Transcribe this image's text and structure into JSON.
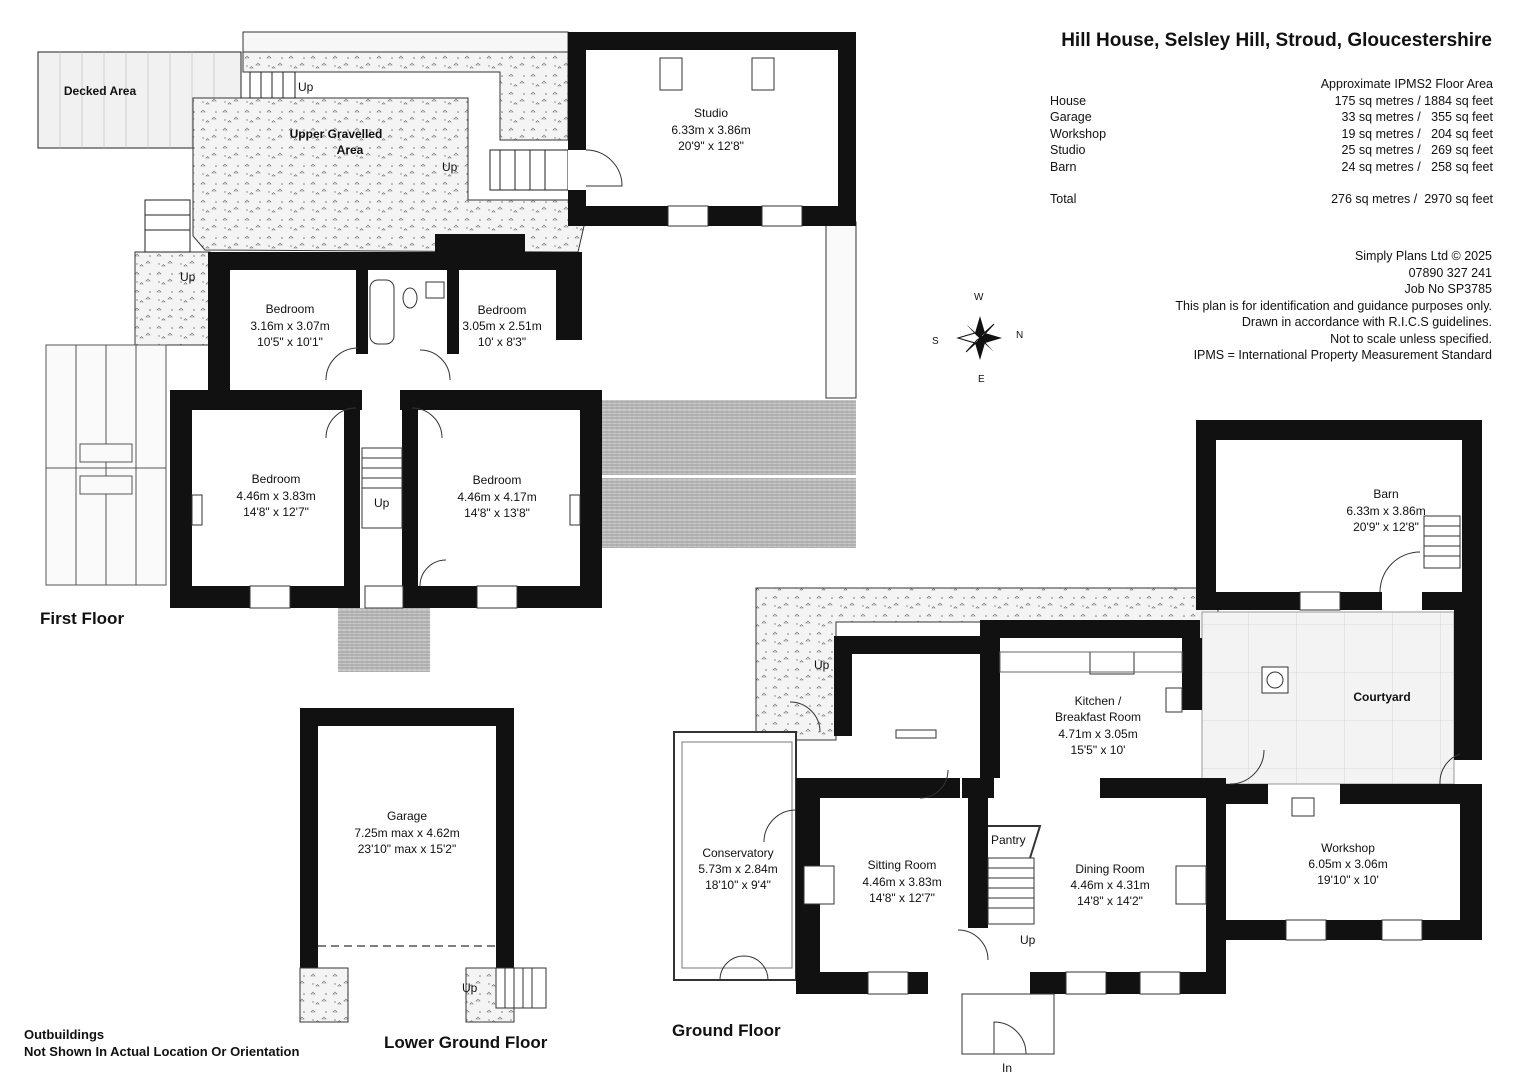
{
  "title": "Hill House, Selsley Hill, Stroud, Gloucestershire",
  "area_table": {
    "heading": "Approximate IPMS2 Floor Area",
    "rows": [
      {
        "name": "House",
        "value": "175 sq metres / 1884 sq feet"
      },
      {
        "name": "Garage",
        "value": "33 sq metres /   355 sq feet"
      },
      {
        "name": "Workshop",
        "value": "19 sq metres /   204 sq feet"
      },
      {
        "name": "Studio",
        "value": "25 sq metres /   269 sq feet"
      },
      {
        "name": "Barn",
        "value": "24 sq metres /   258 sq feet"
      }
    ],
    "total": {
      "name": "Total",
      "value": "276 sq metres /  2970 sq feet"
    }
  },
  "credits": {
    "company": "Simply Plans Ltd © 2025",
    "phone": "07890 327 241",
    "job": "Job No SP3785",
    "disclaimer1": "This plan is for identification and guidance purposes only.",
    "disclaimer2": "Drawn in accordance with R.I.C.S guidelines.",
    "disclaimer3": "Not to scale unless specified.",
    "ipms": "IPMS = International Property Measurement Standard"
  },
  "compass": {
    "icon": "compass-rose-icon",
    "n": "N",
    "s": "S",
    "e": "E",
    "w": "W"
  },
  "floors": {
    "first": "First Floor",
    "ground": "Ground Floor",
    "lower": "Lower Ground Floor"
  },
  "notes": {
    "line1": "Outbuildings",
    "line2": "Not Shown In Actual Location Or Orientation"
  },
  "rooms": {
    "studio": {
      "name": "Studio",
      "metric": "6.33m x 3.86m",
      "imperial": "20'9\" x 12'8\""
    },
    "bed1": {
      "name": "Bedroom",
      "metric": "3.16m x 3.07m",
      "imperial": "10'5\" x 10'1\""
    },
    "bed2": {
      "name": "Bedroom",
      "metric": "3.05m x 2.51m",
      "imperial": "10' x 8'3\""
    },
    "bed3": {
      "name": "Bedroom",
      "metric": "4.46m x 3.83m",
      "imperial": "14'8\" x 12'7\""
    },
    "bed4": {
      "name": "Bedroom",
      "metric": "4.46m x 4.17m",
      "imperial": "14'8\" x 13'8\""
    },
    "barn": {
      "name": "Barn",
      "metric": "6.33m x 3.86m",
      "imperial": "20'9\" x 12'8\""
    },
    "kitchen": {
      "name1": "Kitchen /",
      "name2": "Breakfast Room",
      "metric": "4.71m x 3.05m",
      "imperial": "15'5\" x 10'"
    },
    "courtyard": {
      "name": "Courtyard"
    },
    "conservatory": {
      "name": "Conservatory",
      "metric": "5.73m x 2.84m",
      "imperial": "18'10\" x 9'4\""
    },
    "sitting": {
      "name": "Sitting Room",
      "metric": "4.46m x 3.83m",
      "imperial": "14'8\" x 12'7\""
    },
    "dining": {
      "name": "Dining Room",
      "metric": "4.46m x 4.31m",
      "imperial": "14'8\" x 14'2\""
    },
    "pantry": {
      "name": "Pantry"
    },
    "workshop": {
      "name": "Workshop",
      "metric": "6.05m x 3.06m",
      "imperial": "19'10\" x 10'"
    },
    "garage": {
      "name": "Garage",
      "metric": "7.25m max x 4.62m",
      "imperial": "23'10\" max x 15'2\""
    },
    "decked": {
      "name": "Decked Area"
    },
    "gravel": {
      "name1": "Upper Gravelled",
      "name2": "Area"
    }
  },
  "labels": {
    "up": "Up",
    "in": "In"
  }
}
